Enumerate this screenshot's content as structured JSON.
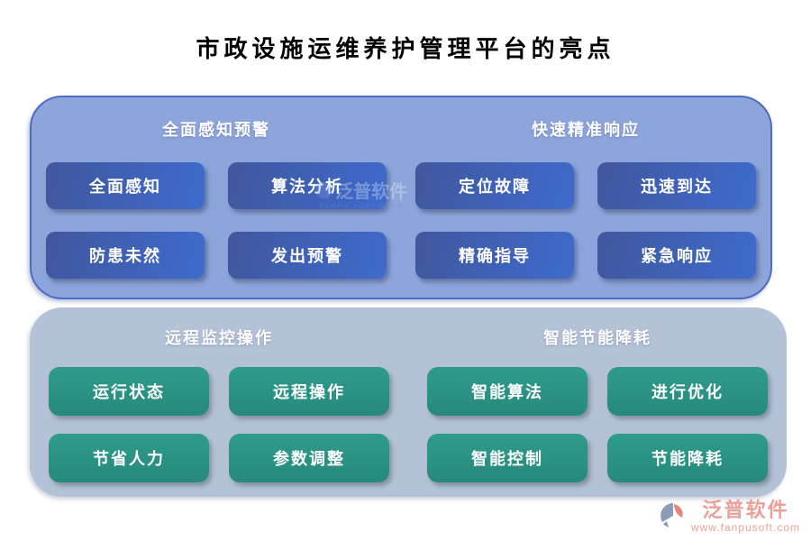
{
  "title": "市政设施运维养护管理平台的亮点",
  "panels": [
    {
      "sections": [
        {
          "header": "全面感知预警",
          "buttons": [
            "全面感知",
            "算法分析",
            "防患未然",
            "发出预警"
          ]
        },
        {
          "header": "快速精准响应",
          "buttons": [
            "定位故障",
            "迅速到达",
            "精确指导",
            "紧急响应"
          ]
        }
      ]
    },
    {
      "sections": [
        {
          "header": "远程监控操作",
          "buttons": [
            "运行状态",
            "远程操作",
            "节省人力",
            "参数调整"
          ]
        },
        {
          "header": "智能节能降耗",
          "buttons": [
            "智能算法",
            "进行优化",
            "智能控制",
            "节能降耗"
          ]
        }
      ]
    }
  ],
  "watermark": {
    "text": "泛普软件",
    "subtext": "FANPU SOFTWARE"
  },
  "footer": {
    "brand": "泛普软件",
    "url": "www.fanpusoft.com"
  },
  "colors": {
    "panel_top_bg": "#8CA5DB",
    "panel_top_border": "#4E6CC3",
    "panel_bottom_bg": "#B4C2D7",
    "button_blue_dark": "#40579D",
    "button_blue_light": "#3E6BCD",
    "button_green_top": "#2E9C8C",
    "button_green_bottom": "#27897B",
    "footer_text": "#EC9F97"
  }
}
